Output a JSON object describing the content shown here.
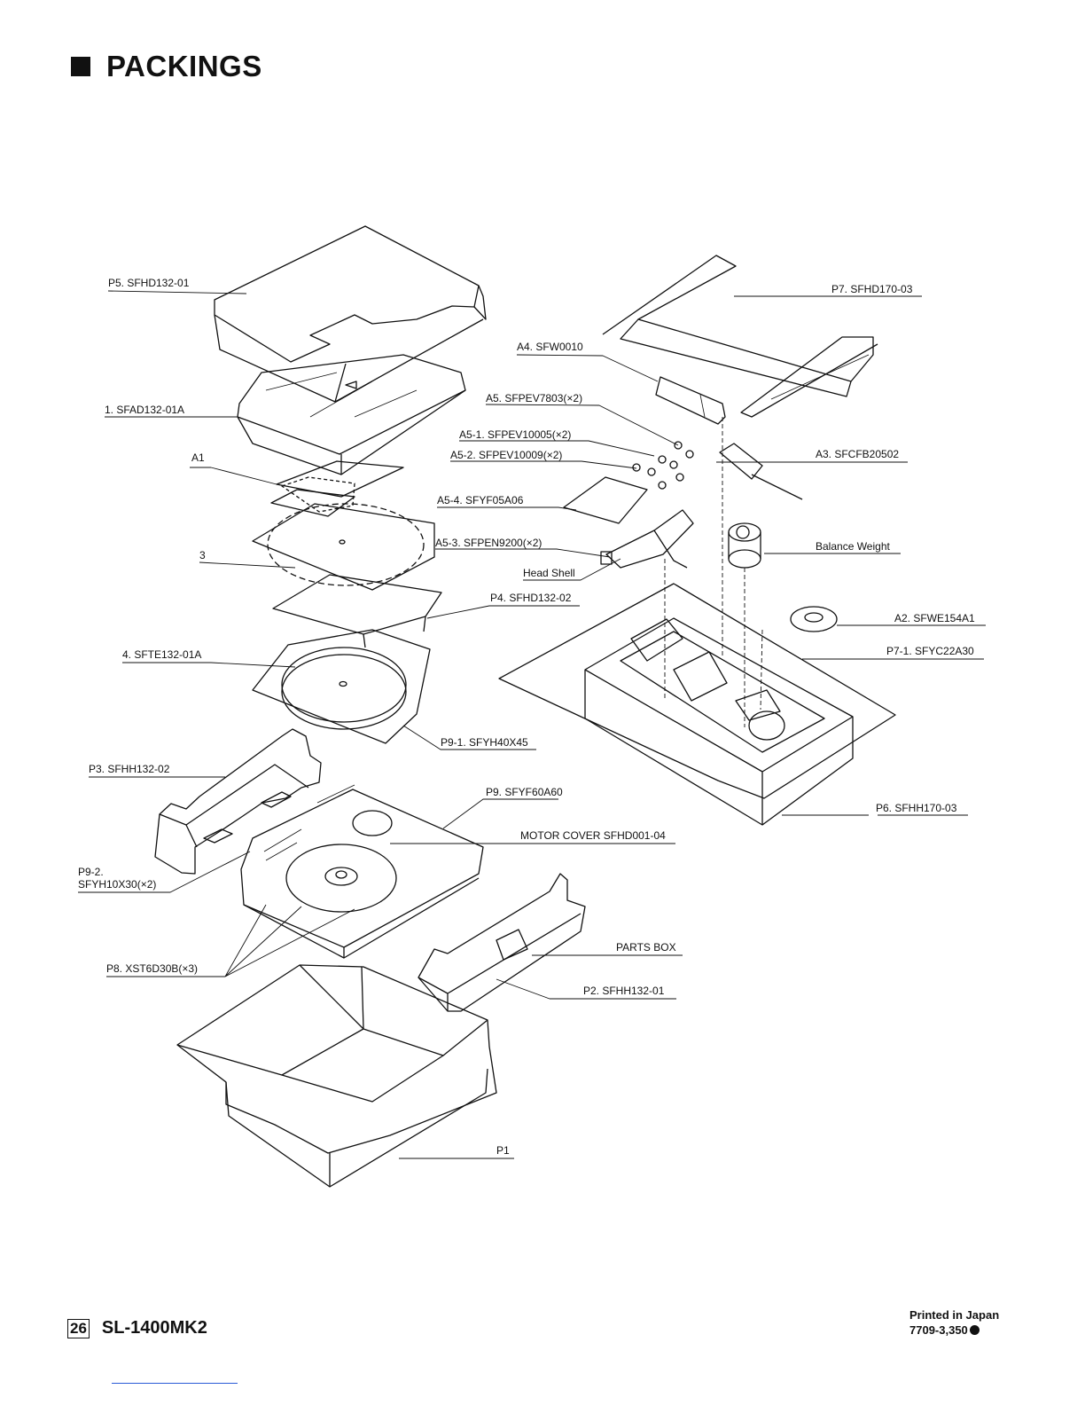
{
  "page": {
    "heading": "PACKINGS",
    "page_number": "26",
    "model": "SL-1400MK2",
    "printed": "Printed in Japan",
    "print_code": "7709-3,350"
  },
  "labels": {
    "p5": "P5. SFHD132-01",
    "p7": "P7. SFHD170-03",
    "a4": "A4. SFW0010",
    "one": "1. SFAD132-01A",
    "a5": "A5. SFPEV7803(×2)",
    "a5_1": "A5-1. SFPEV10005(×2)",
    "a5_2": "A5-2. SFPEV10009(×2)",
    "a3": "A3. SFCFB20502",
    "a1": "A1",
    "a5_4": "A5-4. SFYF05A06",
    "a5_3": "A5-3. SFPEN9200(×2)",
    "three": "3",
    "balance": "Balance Weight",
    "headshell": "Head Shell",
    "p4": "P4. SFHD132-02",
    "a2": "A2. SFWE154A1",
    "four": "4. SFTE132-01A",
    "p7_1": "P7-1. SFYC22A30",
    "p9_1": "P9-1. SFYH40X45",
    "p3": "P3. SFHH132-02",
    "p9": "P9. SFYF60A60",
    "p6": "P6. SFHH170-03",
    "motor": "MOTOR COVER SFHD001-04",
    "p9_2a": "P9-2.",
    "p9_2b": "SFYH10X30(×2)",
    "partsbox": "PARTS BOX",
    "p8": "P8. XST6D30B(×3)",
    "p2": "P2. SFHH132-01",
    "p1": "P1"
  }
}
